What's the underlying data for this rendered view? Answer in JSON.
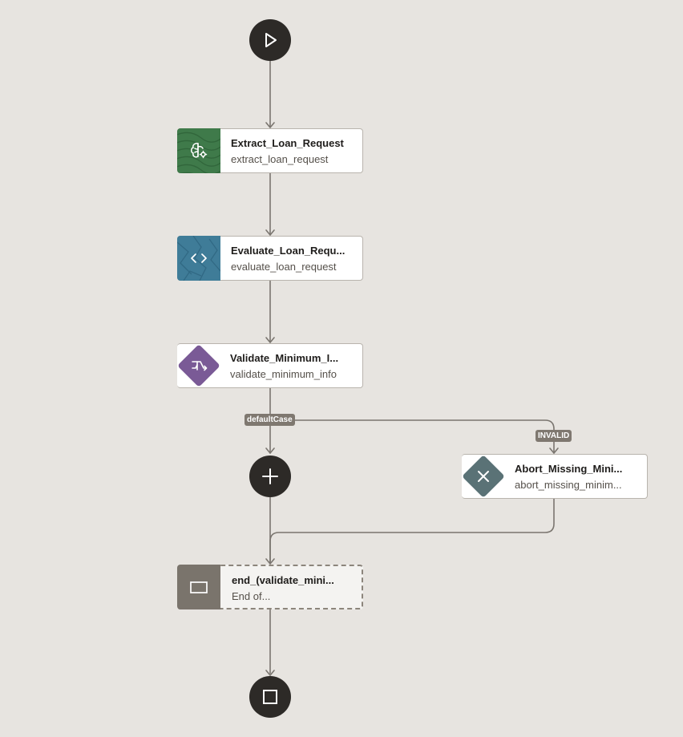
{
  "flow": {
    "start": {
      "icon": "play-icon"
    },
    "nodes": [
      {
        "title": "Extract_Loan_Request",
        "subtitle": "extract_loan_request",
        "icon": "brain-gear-icon",
        "color": "#3f7a4a"
      },
      {
        "title": "Evaluate_Loan_Requ...",
        "subtitle": "evaluate_loan_request",
        "icon": "code-brackets-icon",
        "color": "#3f7c98"
      },
      {
        "title": "Validate_Minimum_I...",
        "subtitle": "validate_minimum_info",
        "icon": "switch-arrows-icon",
        "color": "#7a5a96"
      },
      {
        "title": "Abort_Missing_Mini...",
        "subtitle": "abort_missing_minim...",
        "icon": "close-icon",
        "color": "#5a7276"
      },
      {
        "title": "end_(validate_mini...",
        "subtitle": "End of...",
        "icon": "rectangle-icon",
        "color": "#7a746c"
      }
    ],
    "edge_labels": {
      "default_case": "defaultCase",
      "invalid": "INVALID"
    },
    "add": {
      "icon": "plus-icon"
    },
    "end": {
      "icon": "stop-square-icon"
    }
  },
  "colors": {
    "canvas": "#e7e4e0",
    "wire": "#7a756f",
    "terminal": "#2d2a27"
  }
}
